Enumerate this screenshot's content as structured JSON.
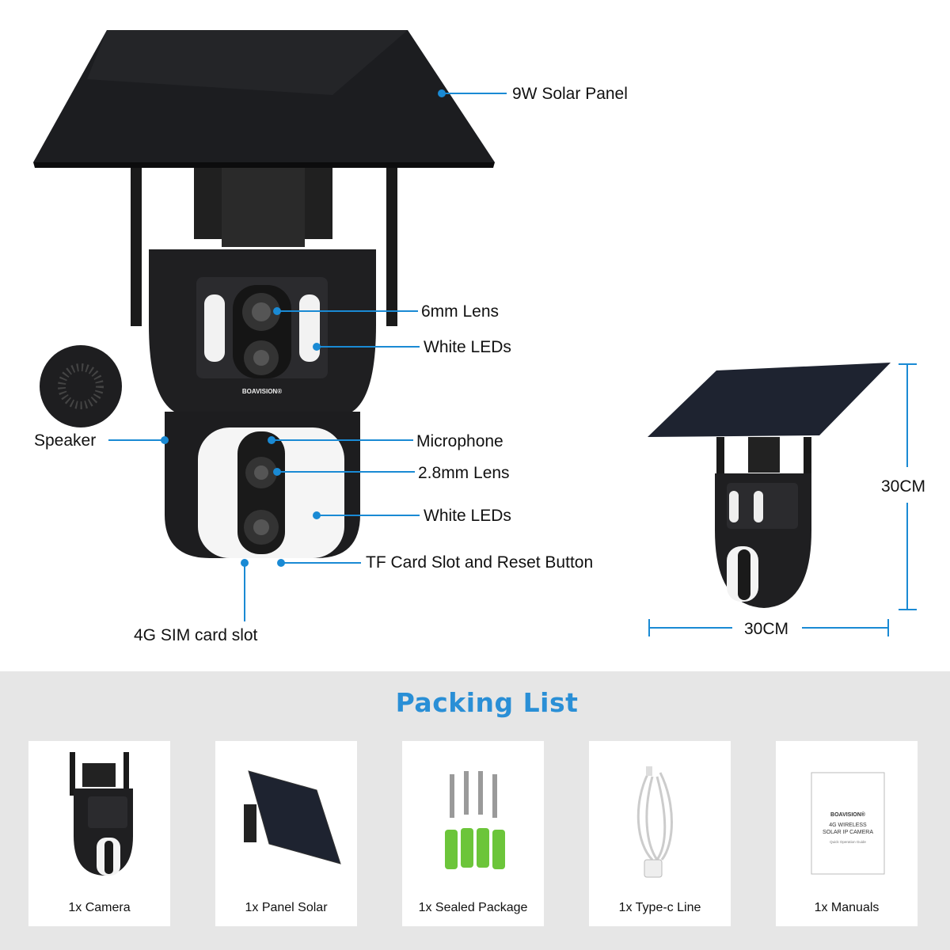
{
  "callouts": {
    "solar_panel": "9W Solar Panel",
    "lens_6mm": "6mm Lens",
    "white_leds_1": "White LEDs",
    "speaker": "Speaker",
    "microphone": "Microphone",
    "lens_28mm": "2.8mm Lens",
    "white_leds_2": "White LEDs",
    "tf_slot": "TF Card Slot and Reset Button",
    "sim_slot": "4G SIM card slot"
  },
  "brand": "BOAVISION®",
  "dimensions": {
    "height": "30CM",
    "width": "30CM"
  },
  "packing": {
    "title": "Packing List",
    "items": [
      {
        "label": "1x Camera"
      },
      {
        "label": "1x Panel Solar"
      },
      {
        "label": "1x Sealed Package"
      },
      {
        "label": "1x Type-c Line"
      },
      {
        "label": "1x Manuals"
      }
    ],
    "manual": {
      "brand": "BOAVISION®",
      "line1": "4G WIRELESS",
      "line2": "SOLAR IP CAMERA",
      "line3": "Quick Operation Guide"
    }
  },
  "colors": {
    "accent": "#2a8fd6",
    "line": "#1a8ad4",
    "band": "#e6e6e6"
  }
}
